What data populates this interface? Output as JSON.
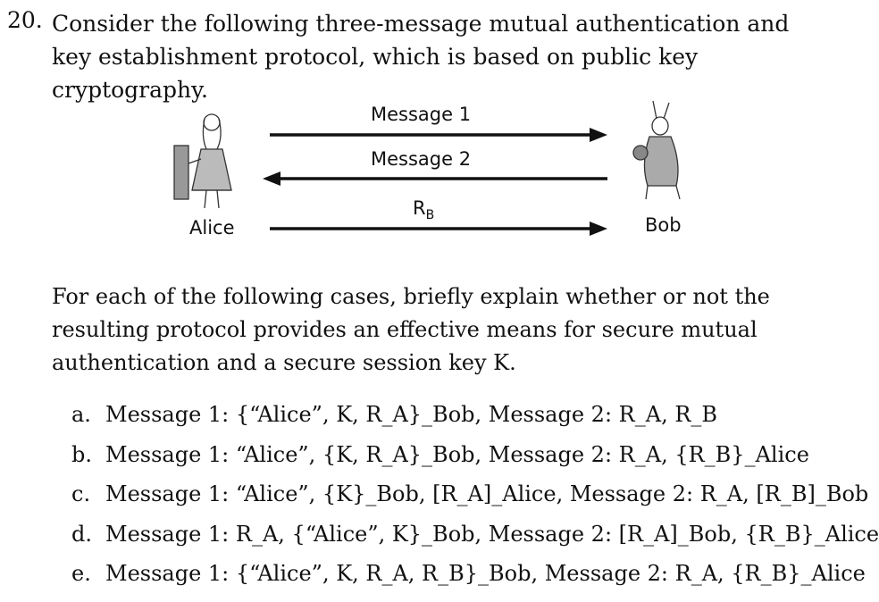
{
  "question": {
    "number": "20.",
    "text": "Consider the following three-message mutual authentication and key establishment protocol, which is based on public key cryptography."
  },
  "figure": {
    "alice_label": "Alice",
    "bob_label": "Bob",
    "message1_label": "Message 1",
    "message2_label": "Message 2",
    "message3_label": "R",
    "message3_subscript": "B"
  },
  "paragraph": "For each of the following cases, briefly explain whether or not the resulting protocol provides an effective means for secure mutual authentication and a secure session key K.",
  "cases": [
    {
      "letter": "a.",
      "text": "Message 1: {“Alice”, K, R_A}_Bob, Message 2: R_A, R_B"
    },
    {
      "letter": "b.",
      "text": "Message 1: “Alice”, {K, R_A}_Bob, Message 2: R_A, {R_B}_Alice"
    },
    {
      "letter": "c.",
      "text": "Message 1: “Alice”, {K}_Bob, [R_A]_Alice, Message 2: R_A, [R_B]_Bob"
    },
    {
      "letter": "d.",
      "text": "Message 1: R_A, {“Alice”, K}_Bob, Message 2: [R_A]_Bob, {R_B}_Alice"
    },
    {
      "letter": "e.",
      "text": "Message 1: {“Alice”, K, R_A, R_B}_Bob, Message 2: R_A, {R_B}_Alice"
    }
  ]
}
